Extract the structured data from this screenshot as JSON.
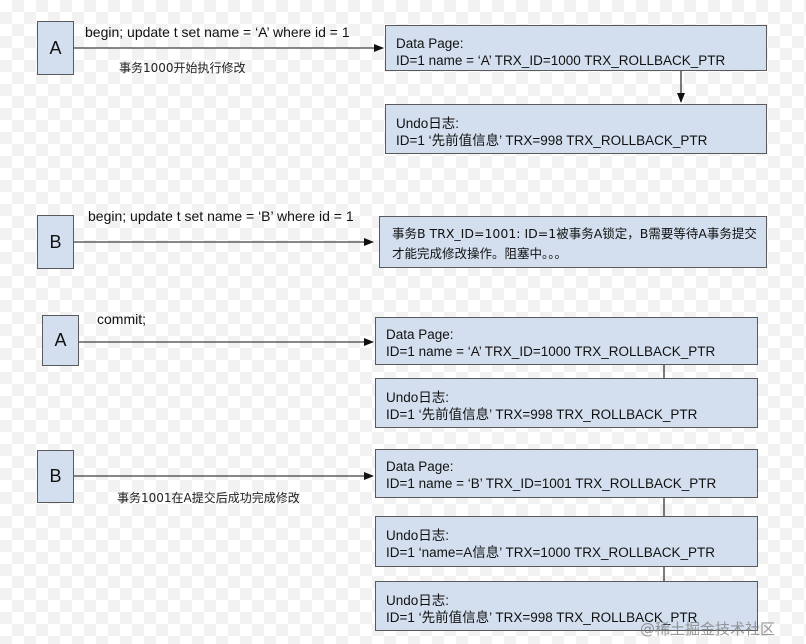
{
  "scenario1": {
    "actor": "A",
    "statement": "begin; update t set name = ‘A’ where id = 1",
    "caption": "事务1000开始执行修改",
    "data_page": {
      "line1": "Data Page:",
      "line2": "ID=1  name = ‘A’  TRX_ID=1000 TRX_ROLLBACK_PTR"
    },
    "undo_log": {
      "line1": "Undo日志:",
      "line2": "ID=1 ‘先前值信息’ TRX=998 TRX_ROLLBACK_PTR"
    }
  },
  "scenario2": {
    "actor": "B",
    "statement": "begin; update t set name = ‘B’ where id = 1",
    "note": "事务B TRX_ID=1001: ID=1被事务A锁定，B需要等待A事务提交才能完成修改操作。阻塞中。。。"
  },
  "scenario3": {
    "actor": "A",
    "statement": "commit;",
    "data_page": {
      "line1": "Data Page:",
      "line2": "ID=1  name = ‘A’  TRX_ID=1000 TRX_ROLLBACK_PTR"
    },
    "undo_log": {
      "line1": "Undo日志:",
      "line2": "ID=1 ‘先前值信息’ TRX=998 TRX_ROLLBACK_PTR"
    }
  },
  "scenario4": {
    "actor": "B",
    "caption": "事务1001在A提交后成功完成修改",
    "data_page": {
      "line1": "Data Page:",
      "line2": "ID=1  name = ‘B’  TRX_ID=1001 TRX_ROLLBACK_PTR"
    },
    "undo_log_1": {
      "line1": "Undo日志:",
      "line2": "ID=1 ‘name=A信息’ TRX=1000 TRX_ROLLBACK_PTR"
    },
    "undo_log_2": {
      "line1": "Undo日志:",
      "line2": "ID=1 ‘先前值信息’ TRX=998 TRX_ROLLBACK_PTR"
    }
  },
  "watermark": "@稀土掘金技术社区",
  "colors": {
    "box_fill": "#d3dfee",
    "box_border": "#5a5a5a",
    "arrow": "#111111"
  }
}
